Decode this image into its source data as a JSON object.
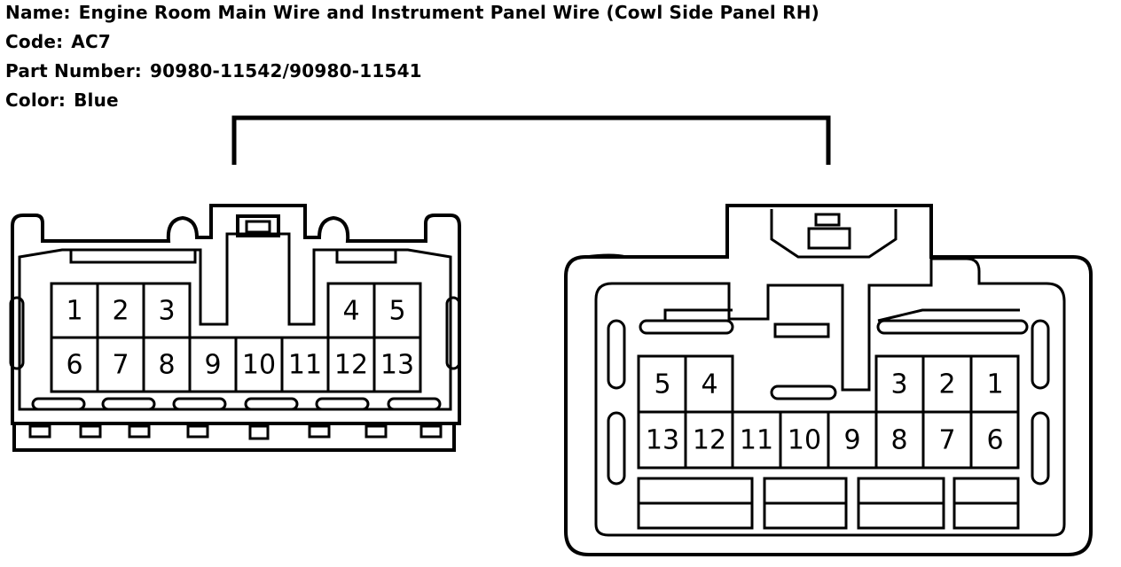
{
  "header": {
    "name_label": "Name:",
    "name_value": "Engine Room Main Wire and Instrument Panel Wire (Cowl Side Panel RH)",
    "code_label": "Code:",
    "code_value": "AC7",
    "part_label": "Part Number:",
    "part_value": "90980-11542/90980-11541",
    "color_label": "Color:",
    "color_value": "Blue"
  },
  "left_connector": {
    "top_row": [
      "1",
      "2",
      "3",
      "4",
      "5"
    ],
    "bottom_row": [
      "6",
      "7",
      "8",
      "9",
      "10",
      "11",
      "12",
      "13"
    ]
  },
  "right_connector": {
    "top_row": [
      "5",
      "4",
      "3",
      "2",
      "1"
    ],
    "bottom_row": [
      "13",
      "12",
      "11",
      "10",
      "9",
      "8",
      "7",
      "6"
    ]
  }
}
